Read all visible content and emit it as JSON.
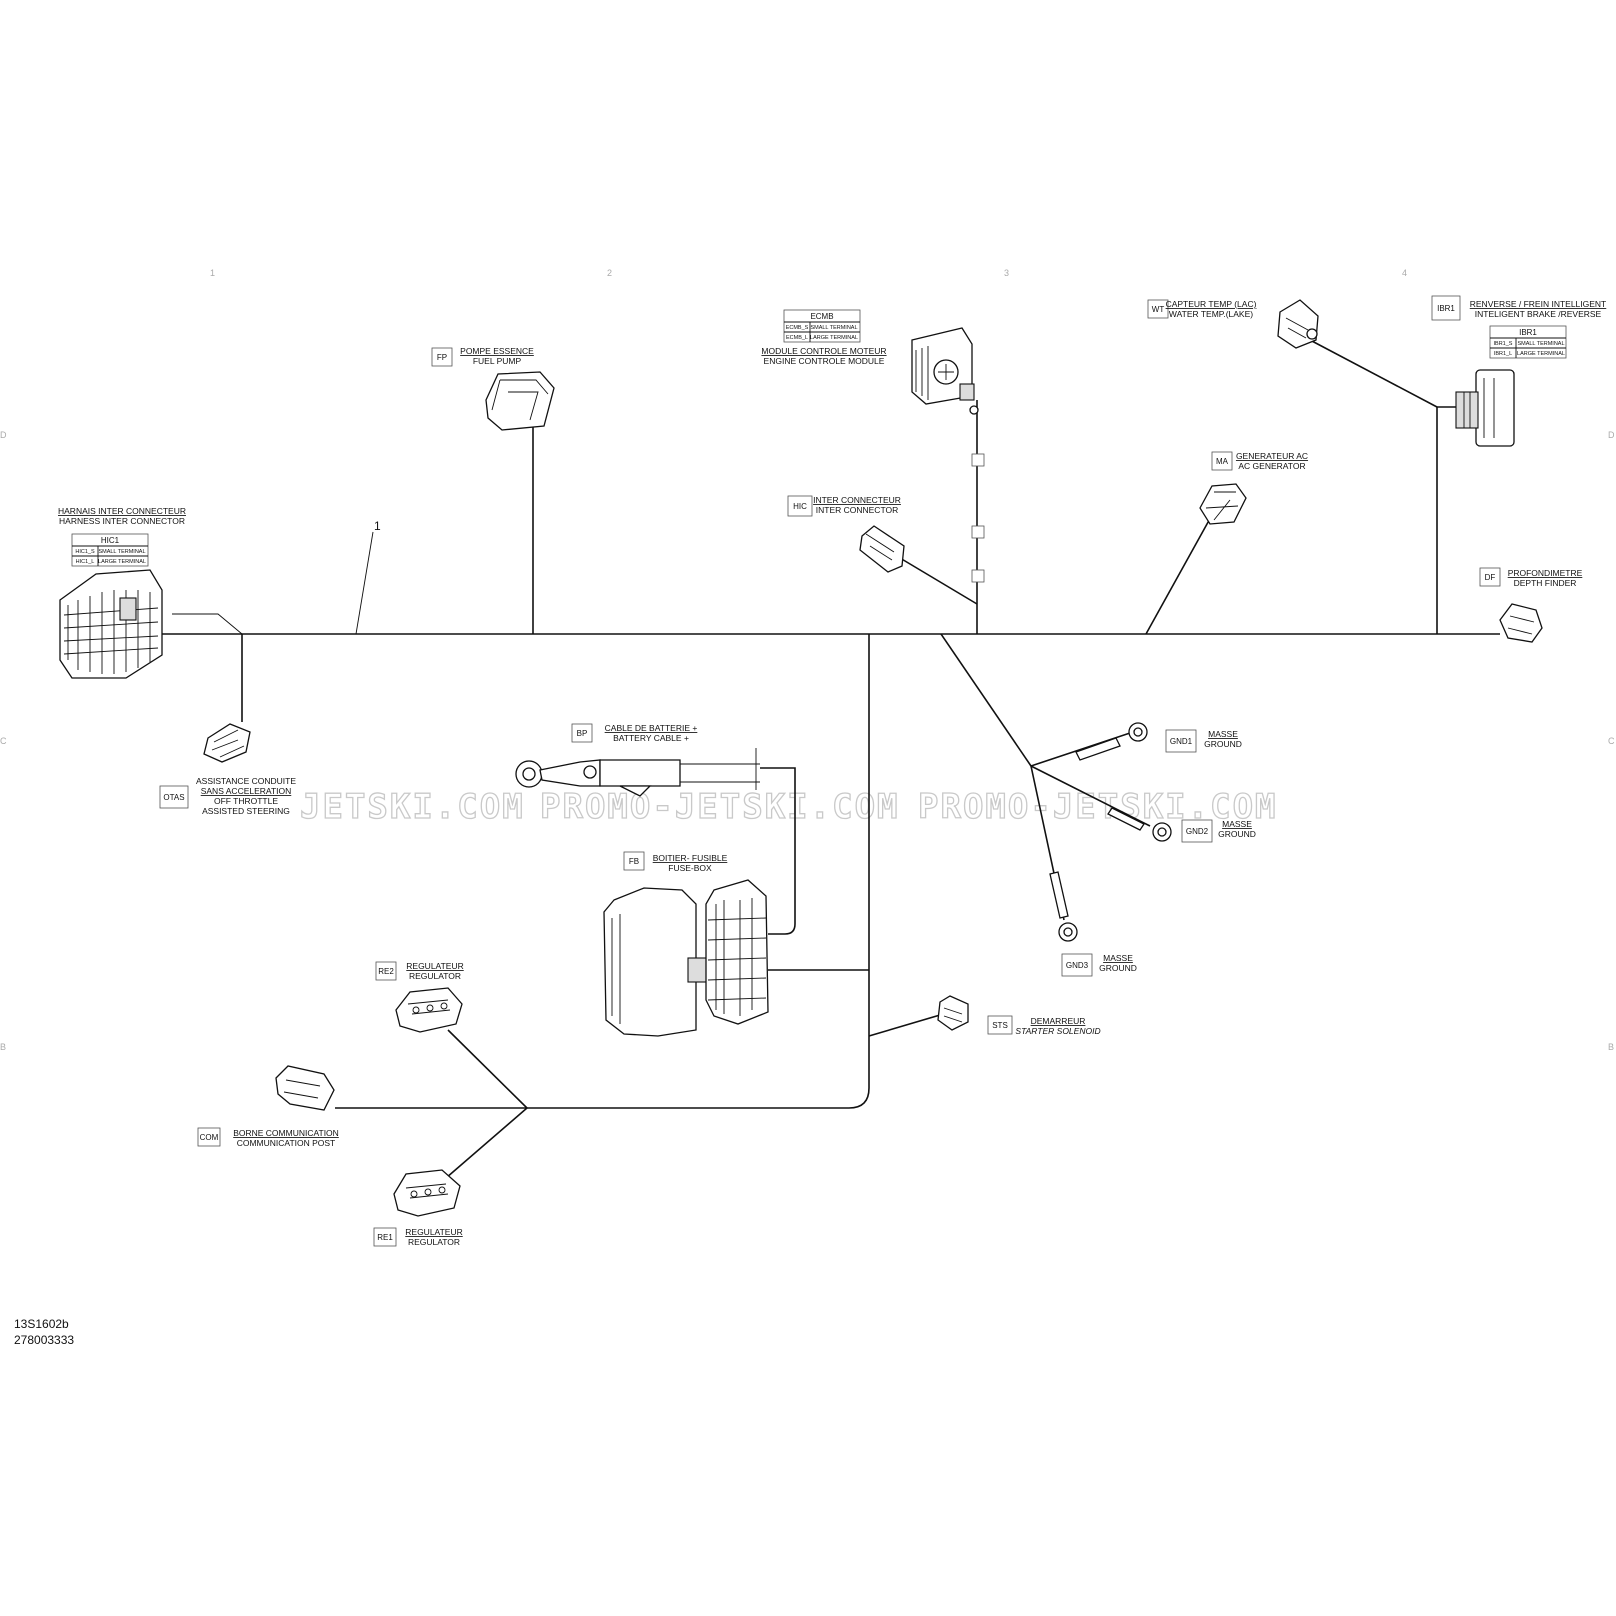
{
  "diagram": {
    "grid_numbers": [
      "1",
      "2",
      "3",
      "4"
    ],
    "grid_letters": [
      "D",
      "C",
      "B"
    ],
    "drawing_ref": "13S1602b",
    "part_number": "278003333",
    "callout": "1",
    "watermarks": [
      "JETSKI.COM",
      "PROMO-JETSKI.COM",
      "PROMO-JETSKI.COM"
    ],
    "components": {
      "hic1": {
        "title_fr": "HARNAIS INTER CONNECTEUR",
        "title_en": "HARNESS INTER CONNECTOR",
        "code": "HIC1",
        "rows": [
          {
            "code": "HIC1_S",
            "desc": "SMALL TERMINAL"
          },
          {
            "code": "HIC1_L",
            "desc": "LARGE TERMINAL"
          }
        ]
      },
      "fp": {
        "code": "FP",
        "label_fr": "POMPE ESSENCE",
        "label_en": "FUEL PUMP"
      },
      "ecmb": {
        "code": "ECMB",
        "rows": [
          {
            "code": "ECMB_S",
            "desc": "SMALL TERMINAL"
          },
          {
            "code": "ECMB_L",
            "desc": "LARGE TERMINAL"
          }
        ],
        "label_fr": "MODULE CONTROLE MOTEUR",
        "label_en": "ENGINE CONTROLE MODULE"
      },
      "wt": {
        "code": "WT",
        "label_fr": "CAPTEUR TEMP (LAC)",
        "label_en": "WATER TEMP.(LAKE)"
      },
      "ibr1": {
        "code": "IBR1",
        "label_fr": "RENVERSE / FREIN INTELLIGENT",
        "label_en": "INTELIGENT BRAKE /REVERSE",
        "table_title": "IBR1",
        "rows": [
          {
            "code": "IBR1_S",
            "desc": "SMALL TERMINAL"
          },
          {
            "code": "IBR1_L",
            "desc": "LARGE TERMINAL"
          }
        ]
      },
      "ma": {
        "code": "MA",
        "label_fr": "GENERATEUR AC",
        "label_en": "AC GENERATOR"
      },
      "hic": {
        "code": "HIC",
        "label_fr": "INTER CONNECTEUR",
        "label_en": "INTER CONNECTOR"
      },
      "df": {
        "code": "DF",
        "label_fr": "PROFONDIMETRE",
        "label_en": "DEPTH FINDER"
      },
      "otas": {
        "code": "OTAS",
        "label_lines": [
          "ASSISTANCE CONDUITE",
          "SANS ACCELERATION",
          "OFF THROTTLE",
          "ASSISTED STEERING"
        ]
      },
      "bp": {
        "code": "BP",
        "label_fr": "CABLE DE BATTERIE +",
        "label_en": "BATTERY CABLE +"
      },
      "fb": {
        "code": "FB",
        "label_fr": "BOITIER- FUSIBLE",
        "label_en": "FUSE-BOX"
      },
      "gnd1": {
        "code": "GND1",
        "label_fr": "MASSE",
        "label_en": "GROUND"
      },
      "gnd2": {
        "code": "GND2",
        "label_fr": "MASSE",
        "label_en": "GROUND"
      },
      "gnd3": {
        "code": "GND3",
        "label_fr": "MASSE",
        "label_en": "GROUND"
      },
      "re2": {
        "code": "RE2",
        "label_fr": "REGULATEUR",
        "label_en": "REGULATOR"
      },
      "re1": {
        "code": "RE1",
        "label_fr": "REGULATEUR",
        "label_en": "REGULATOR"
      },
      "sts": {
        "code": "STS",
        "label_fr": "DEMARREUR",
        "label_en": "STARTER SOLENOID"
      },
      "com": {
        "code": "COM",
        "label_fr": "BORNE COMMUNICATION",
        "label_en": "COMMUNICATION POST"
      }
    }
  }
}
